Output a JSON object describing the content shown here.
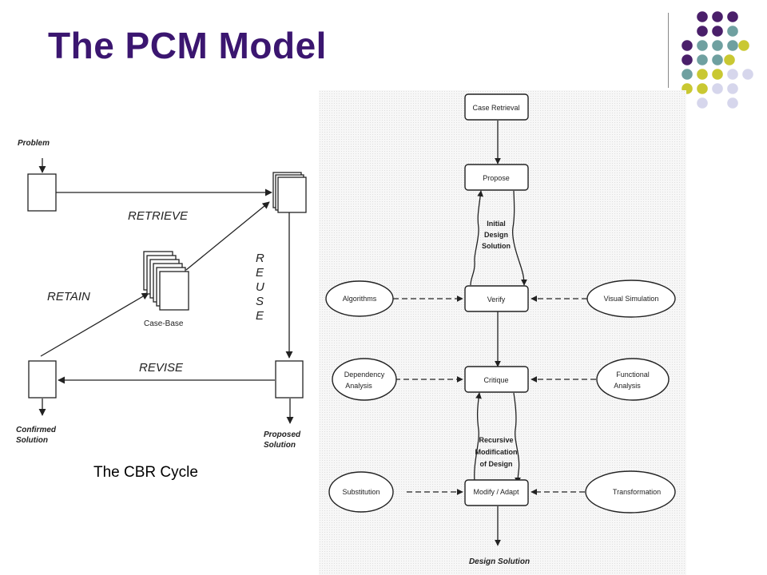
{
  "slide": {
    "title": "The PCM Model",
    "caption": "The CBR Cycle"
  },
  "colors": {
    "title": "#3b1670",
    "dot_purple": "#4a1f6a",
    "dot_teal": "#6fa0a0",
    "dot_lime": "#c9c832",
    "dot_lavender": "#d6d6ec"
  },
  "cbr_cycle": {
    "problem": "Problem",
    "retrieve": "RETRIEVE",
    "reuse": [
      "R",
      "E",
      "U",
      "S",
      "E"
    ],
    "retain": "RETAIN",
    "revise": "REVISE",
    "case_base": "Case-Base",
    "confirmed": [
      "Confirmed",
      "Solution"
    ],
    "proposed": [
      "Proposed",
      "Solution"
    ]
  },
  "pcm": {
    "case_retrieval": "Case Retrieval",
    "propose": "Propose",
    "initial_design": [
      "Initial",
      "Design",
      "Solution"
    ],
    "verify": "Verify",
    "algorithms": "Algorithms",
    "visual_simulation": "Visual Simulation",
    "critique": "Critique",
    "dependency_analysis": [
      "Dependency",
      "Analysis"
    ],
    "functional_analysis": [
      "Functional",
      "Analysis"
    ],
    "recursive_modification": [
      "Recursive",
      "Modification",
      "of Design"
    ],
    "modify_adapt": "Modify / Adapt",
    "substitution": "Substitution",
    "transformation": "Transformation",
    "design_solution": "Design Solution"
  }
}
